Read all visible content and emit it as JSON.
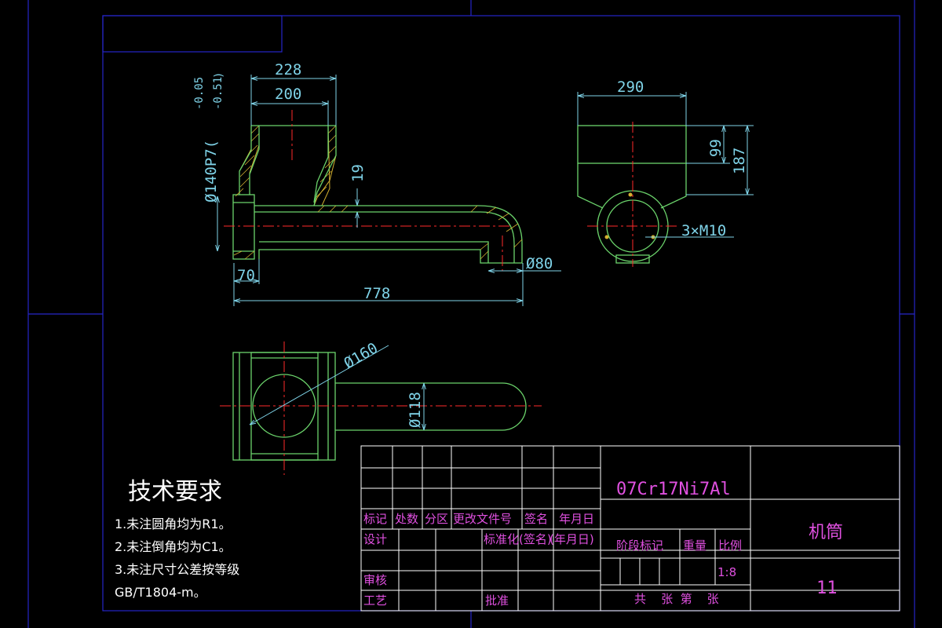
{
  "drawing": {
    "front_view": {
      "dims": {
        "d228": "228",
        "d200": "200",
        "d19": "19",
        "d70": "70",
        "d778": "778",
        "d80": "Ø80",
        "tol_upper": "-0.05",
        "tol_lower": "-0.51",
        "d140": "Ø140P7("
      }
    },
    "side_view": {
      "dims": {
        "d290": "290",
        "d99": "99",
        "d187": "187",
        "thread": "3×M10"
      }
    },
    "top_view": {
      "dims": {
        "d160": "Ø160",
        "d118": "Ø118"
      }
    },
    "tech_requirements": {
      "title": "技术要求",
      "lines": [
        "1.未注圆角均为R1。",
        "2.未注倒角均为C1。",
        "3.未注尺寸公差按等级",
        "GB/T1804-m。"
      ]
    },
    "title_block": {
      "material": "07Cr17Ni7Al",
      "part_name": "机筒",
      "drawing_no": "11",
      "scale": "1:8",
      "labels": {
        "biaoji": "标记",
        "chushu": "处数",
        "fenqu": "分区",
        "genggai": "更改文件号",
        "qianming": "签名",
        "nianyueri": "年月日",
        "sheji": "设计",
        "biaozhunhua": "标准化",
        "qianming2": "(签名)",
        "nianyueri2": "(年月日)",
        "jieduan": "阶段标记",
        "zhongliang": "重量",
        "bili": "比例",
        "shenhe": "审核",
        "gongyi": "工艺",
        "pizhun": "批准",
        "sheets": "共    张  第    张"
      }
    },
    "colors": {
      "outline": "#6bd36b",
      "dimension": "#7fd3e8",
      "centerline": "#ff2a2a",
      "hatch": "#d4b030",
      "frame": "#2626c8",
      "title_text": "#e050e0"
    }
  }
}
